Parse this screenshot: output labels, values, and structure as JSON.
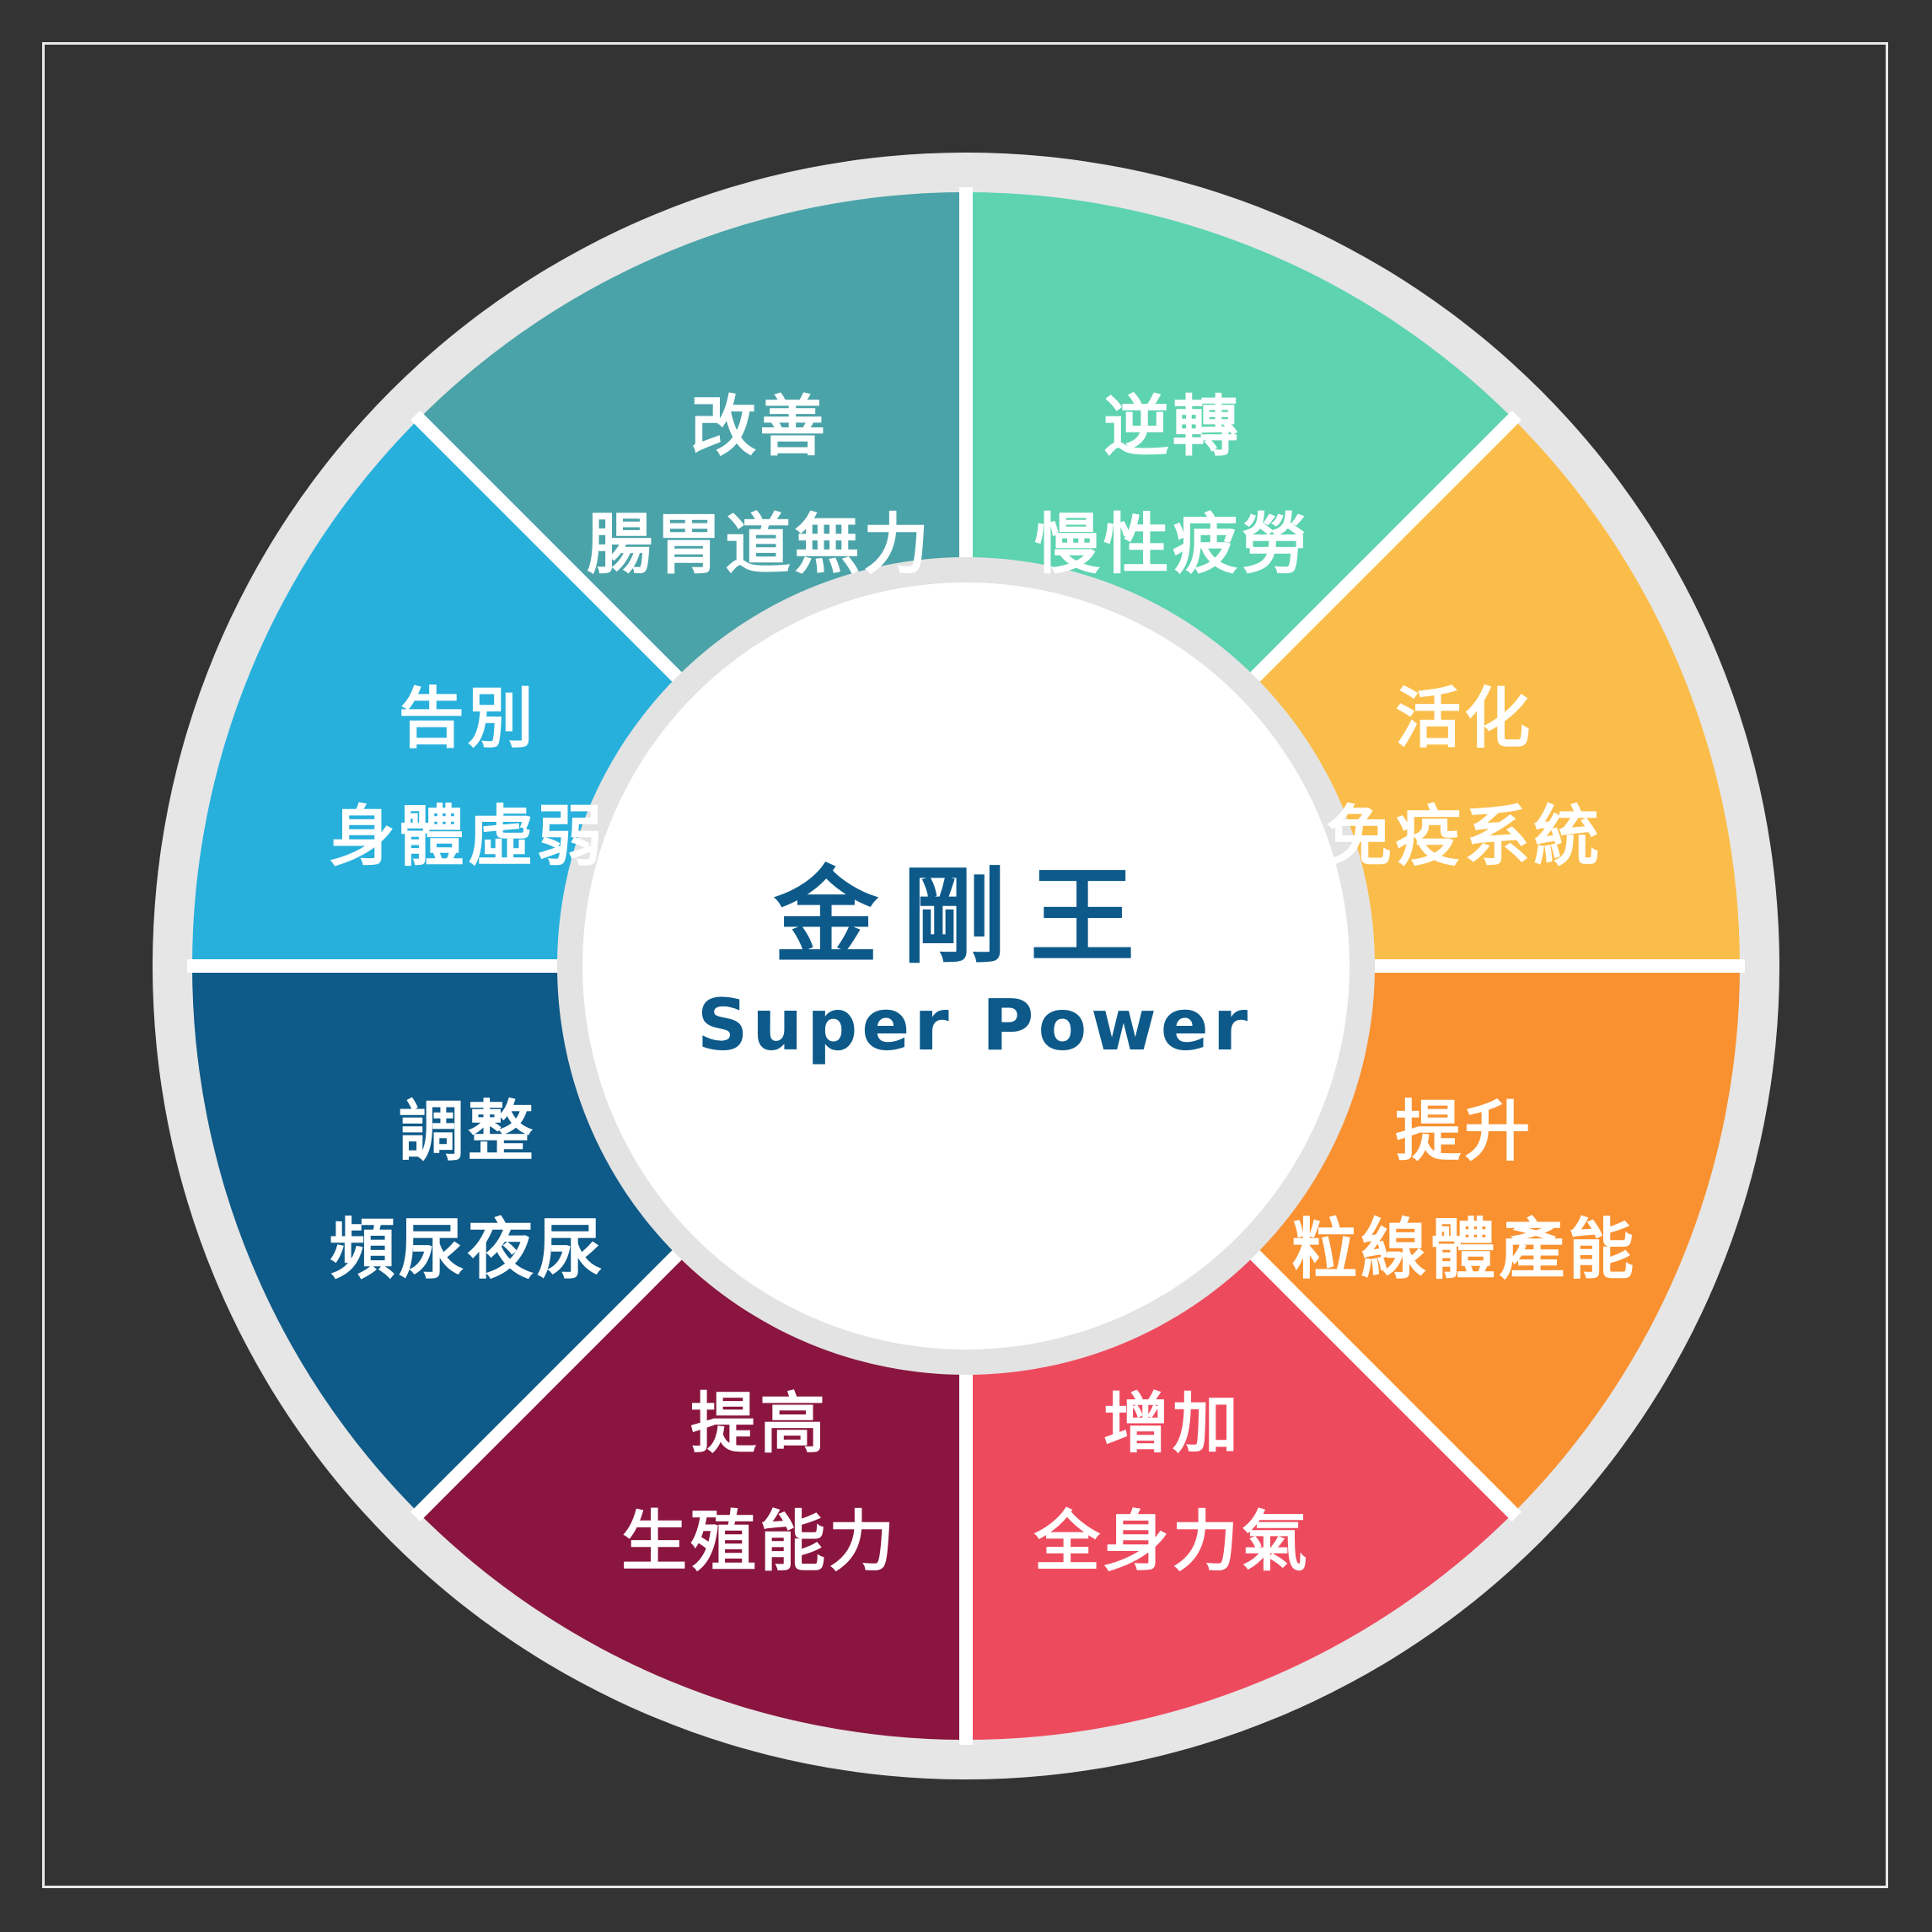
{
  "center": {
    "title": "金剛王",
    "subtitle": "Super Power",
    "title_color": "#0d5a8a"
  },
  "segments": [
    {
      "line1": "逆轉",
      "line2": "慢性疲勞",
      "color": "#5dd3b0"
    },
    {
      "line1": "活化",
      "line2": "免疫系統",
      "color": "#fbbd4a"
    },
    {
      "line1": "提升",
      "line2": "粒線體產能",
      "color": "#f99130"
    },
    {
      "line1": "增加",
      "line2": "全身力氣",
      "color": "#ee4a5e"
    },
    {
      "line1": "提高",
      "line2": "生殖能力",
      "color": "#8a153f"
    },
    {
      "line1": "調整",
      "line2": "頻尿夜尿",
      "color": "#0e5a88"
    },
    {
      "line1": "告別",
      "line2": "身體虛弱",
      "color": "#28b0dc"
    },
    {
      "line1": "改善",
      "line2": "腸胃道無力",
      "color": "#4aa3a8"
    }
  ],
  "colors": {
    "background": "#333333",
    "ring": "#e6e6e6",
    "divider": "#ffffff",
    "inner_ring": "#e3e3e3",
    "center_fill": "#ffffff"
  }
}
